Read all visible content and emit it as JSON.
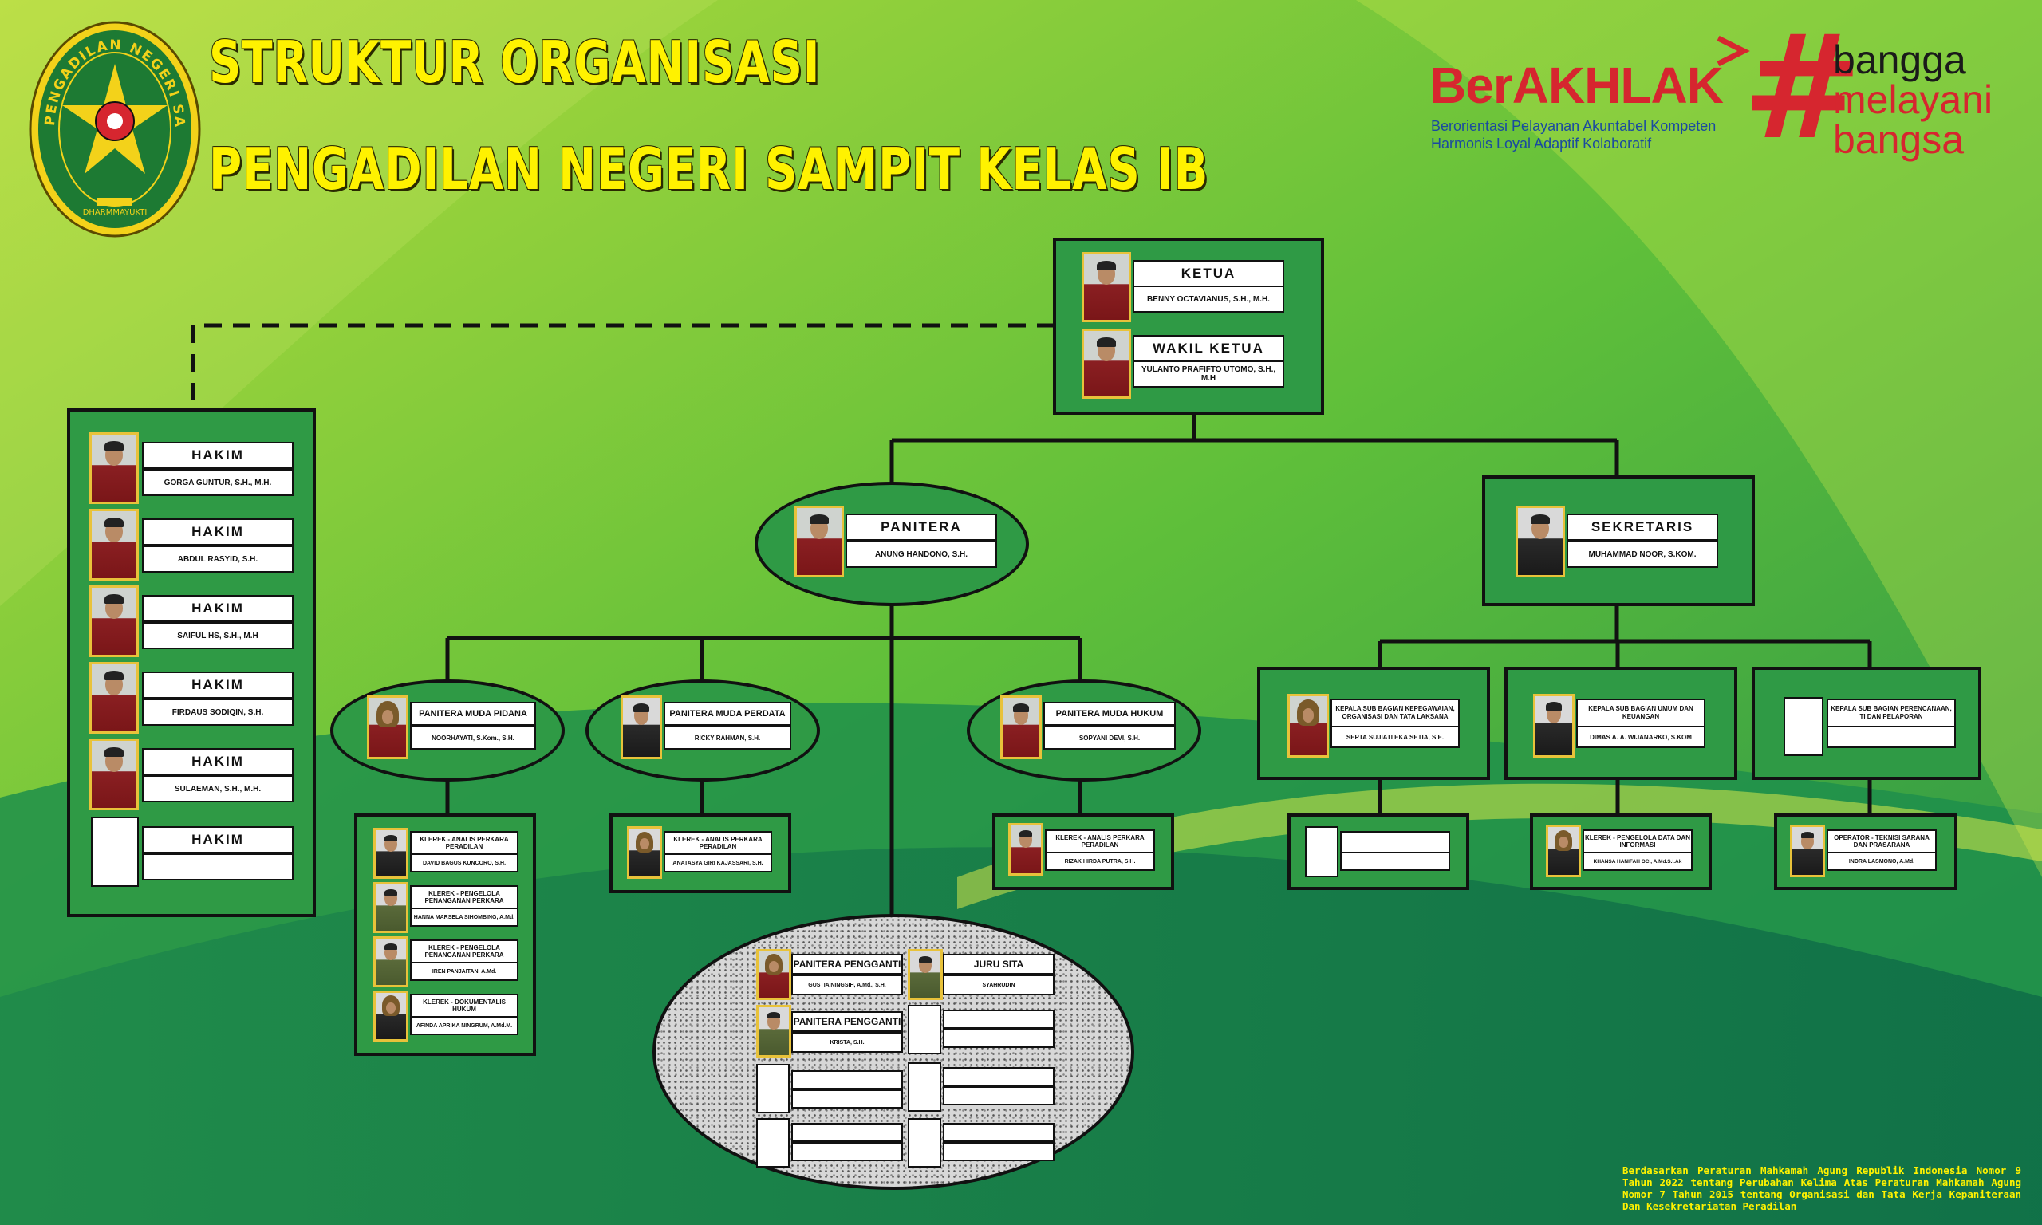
{
  "title": {
    "line1": "STRUKTUR ORGANISASI",
    "line2": "PENGADILAN NEGERI SAMPIT KELAS IB"
  },
  "logo": {
    "ring_text_top": "PENGADILAN NEGERI SAMPIT",
    "ring_text_bottom": "DHARMMAYUKTI"
  },
  "berakhlak": {
    "wordmark": "BerAKHLAK",
    "line1": "Berorientasi Pelayanan Akuntabel Kompeten",
    "line2": "Harmonis Loyal Adaptif Kolaboratif"
  },
  "bangga": {
    "hash": "#",
    "line1": "bangga",
    "line2": "melayani",
    "line3": "bangsa"
  },
  "ketua": {
    "title": "KETUA",
    "name": "BENNY OCTAVIANUS, S.H., M.H."
  },
  "wakil": {
    "title": "WAKIL KETUA",
    "name": "YULANTO PRAFIFTO UTOMO, S.H., M.H"
  },
  "hakim": [
    {
      "title": "HAKIM",
      "name": "GORGA GUNTUR, S.H., M.H."
    },
    {
      "title": "HAKIM",
      "name": "ABDUL RASYID, S.H."
    },
    {
      "title": "HAKIM",
      "name": "SAIFUL HS, S.H., M.H"
    },
    {
      "title": "HAKIM",
      "name": "FIRDAUS SODIQIN, S.H."
    },
    {
      "title": "HAKIM",
      "name": "SULAEMAN, S.H., M.H."
    },
    {
      "title": "HAKIM",
      "name": ""
    }
  ],
  "panitera": {
    "title": "PANITERA",
    "name": "ANUNG HANDONO, S.H."
  },
  "sekretaris": {
    "title": "SEKRETARIS",
    "name": "MUHAMMAD NOOR, S.KOM."
  },
  "pm_pidana": {
    "title": "PANITERA MUDA PIDANA",
    "name": "NOORHAYATI, S.Kom., S.H."
  },
  "pm_perdata": {
    "title": "PANITERA MUDA PERDATA",
    "name": "RICKY RAHMAN, S.H."
  },
  "pm_hukum": {
    "title": "PANITERA MUDA HUKUM",
    "name": "SOPYANI DEVI, S.H."
  },
  "kasub_kepeg": {
    "title": "KEPALA SUB BAGIAN KEPEGAWAIAN, ORGANISASI DAN TATA LAKSANA",
    "name": "SEPTA SUJIATI EKA SETIA, S.E."
  },
  "kasub_umum": {
    "title": "KEPALA SUB BAGIAN UMUM DAN KEUANGAN",
    "name": "DIMAS A. A. WIJANARKO, S.KOM"
  },
  "kasub_ptip": {
    "title": "KEPALA SUB BAGIAN PERENCANAAN, TI DAN PELAPORAN",
    "name": ""
  },
  "pidana_staff": [
    {
      "title": "KLEREK - ANALIS PERKARA PERADILAN",
      "name": "DAVID BAGUS KUNCORO, S.H."
    },
    {
      "title": "KLEREK - PENGELOLA PENANGANAN PERKARA",
      "name": "HANNA MARSELA SIHOMBING, A.Md."
    },
    {
      "title": "KLEREK - PENGELOLA PENANGANAN PERKARA",
      "name": "IREN PANJAITAN, A.Md."
    },
    {
      "title": "KLEREK - DOKUMENTALIS HUKUM",
      "name": "AFINDA APRIKA NINGRUM, A.Md.M."
    }
  ],
  "perdata_staff": {
    "title": "KLEREK - ANALIS PERKARA PERADILAN",
    "name": "ANATASYA GIRI KAJASSARI, S.H."
  },
  "hukum_staff": {
    "title": "KLEREK - ANALIS PERKARA PERADILAN",
    "name": "RIZAK HIRDA PUTRA, S.H."
  },
  "kepeg_staff": {
    "title": "",
    "name": ""
  },
  "umum_staff": {
    "title": "KLEREK - PENGELOLA DATA DAN INFORMASI",
    "name": "KHANSA HANIFAH OCI, A.Md.S.I.Ak"
  },
  "ptip_staff": {
    "title": "OPERATOR - TEKNISI SARANA DAN PRASARANA",
    "name": "INDRA LASMONO, A.Md."
  },
  "pp": [
    {
      "title": "PANITERA PENGGANTI",
      "name": "GUSTIA NINGSIH, A.Md., S.H."
    },
    {
      "title": "PANITERA PENGGANTI",
      "name": "KRISTA, S.H."
    },
    {
      "title": "",
      "name": ""
    },
    {
      "title": "",
      "name": ""
    }
  ],
  "js": [
    {
      "title": "JURU SITA",
      "name": "SYAHRUDIN"
    },
    {
      "title": "",
      "name": ""
    },
    {
      "title": "",
      "name": ""
    },
    {
      "title": "",
      "name": ""
    }
  ],
  "footnote": "Berdasarkan Peraturan Mahkamah Agung Republik Indonesia Nomor 9 Tahun 2022 tentang Perubahan Kelima Atas Peraturan Mahkamah Agung Nomor 7 Tahun 2015 tentang Organisasi dan Tata Kerja Kepaniteraan Dan Kesekretariatan Peradilan",
  "colors": {
    "title_yellow": "#fff200",
    "box_green": "#2f9a45",
    "berakhlak_red": "#d6262f",
    "footnote_yellow": "#fff200"
  }
}
